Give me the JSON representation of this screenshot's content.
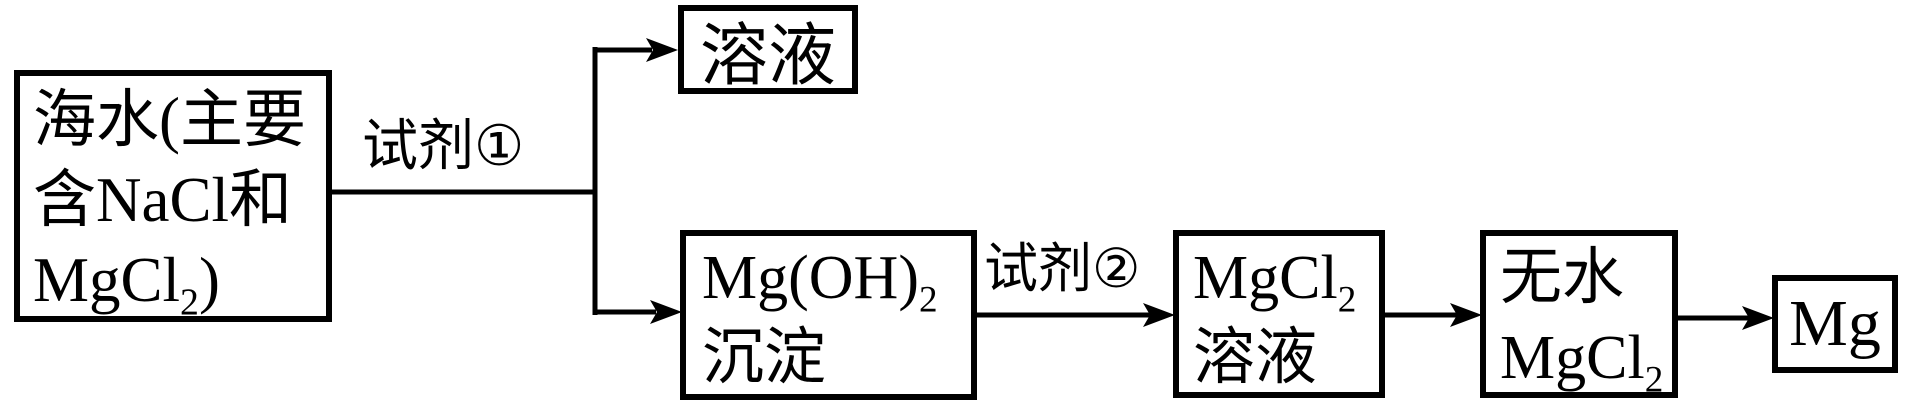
{
  "figure": {
    "type": "flowchart",
    "background_color": "#ffffff",
    "line_color": "#000000"
  },
  "boxes": {
    "seawater": {
      "line1": "海水(主要",
      "line2": "含NaCl和",
      "line3_formula": "MgCl",
      "line3_subscript": "2",
      "line3_suffix": ")"
    },
    "solution": {
      "text": "溶液"
    },
    "mgoh2": {
      "formula": "Mg(OH)",
      "subscript": "2",
      "line2": "沉淀"
    },
    "mgcl2_solution": {
      "formula": "MgCl",
      "subscript": "2",
      "line2": "溶液"
    },
    "anhydrous_mgcl2": {
      "line1": "无水",
      "formula": "MgCl",
      "subscript": "2"
    },
    "mg": {
      "text": "Mg"
    }
  },
  "labels": {
    "reagent1": "试剂①",
    "reagent2": "试剂②"
  }
}
